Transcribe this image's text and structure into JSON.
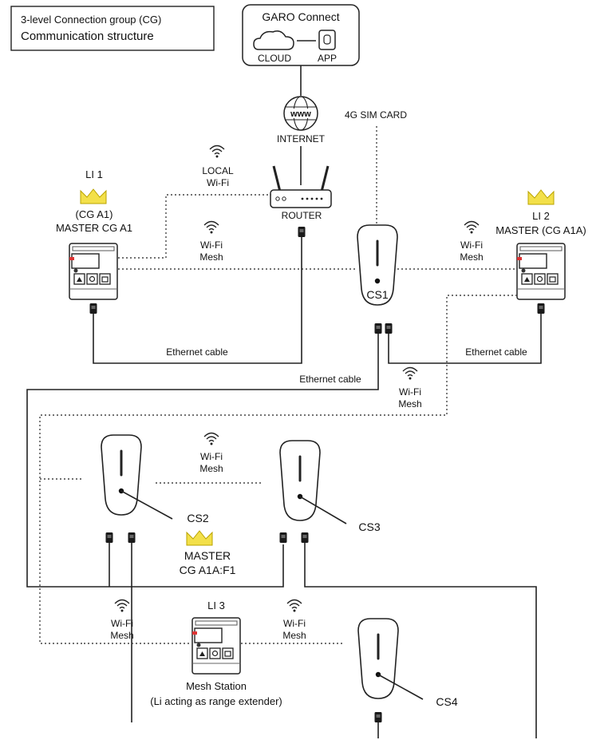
{
  "title_box": {
    "line1": "3-level Connection group (CG)",
    "line2": "Communication structure"
  },
  "garo_connect": {
    "title": "GARO Connect",
    "cloud": "CLOUD",
    "app": "APP"
  },
  "internet": {
    "label": "INTERNET",
    "www": "www"
  },
  "sim": {
    "label": "4G SIM CARD"
  },
  "router": {
    "label": "ROUTER"
  },
  "local_wifi": {
    "line1": "LOCAL",
    "line2": "Wi-Fi"
  },
  "mesh_labels": {
    "wifi": "Wi-Fi",
    "mesh": "Mesh"
  },
  "li1": {
    "name": "LI 1",
    "line2": "(CG A1)",
    "line3": "MASTER CG A1"
  },
  "li2": {
    "name": "LI 2",
    "line2": "MASTER (CG A1A)"
  },
  "li3": {
    "name": "LI 3",
    "line2": "Mesh Station",
    "line3": "(Li acting as range extender)"
  },
  "cs1": {
    "name": "CS1"
  },
  "cs2": {
    "name": "CS2",
    "line2": "MASTER",
    "line3": "CG A1A:F1"
  },
  "cs3": {
    "name": "CS3"
  },
  "cs4": {
    "name": "CS4"
  },
  "ethernet": {
    "label": "Ethernet cable"
  },
  "colors": {
    "crown": "#f3e04a",
    "line": "#222222"
  }
}
